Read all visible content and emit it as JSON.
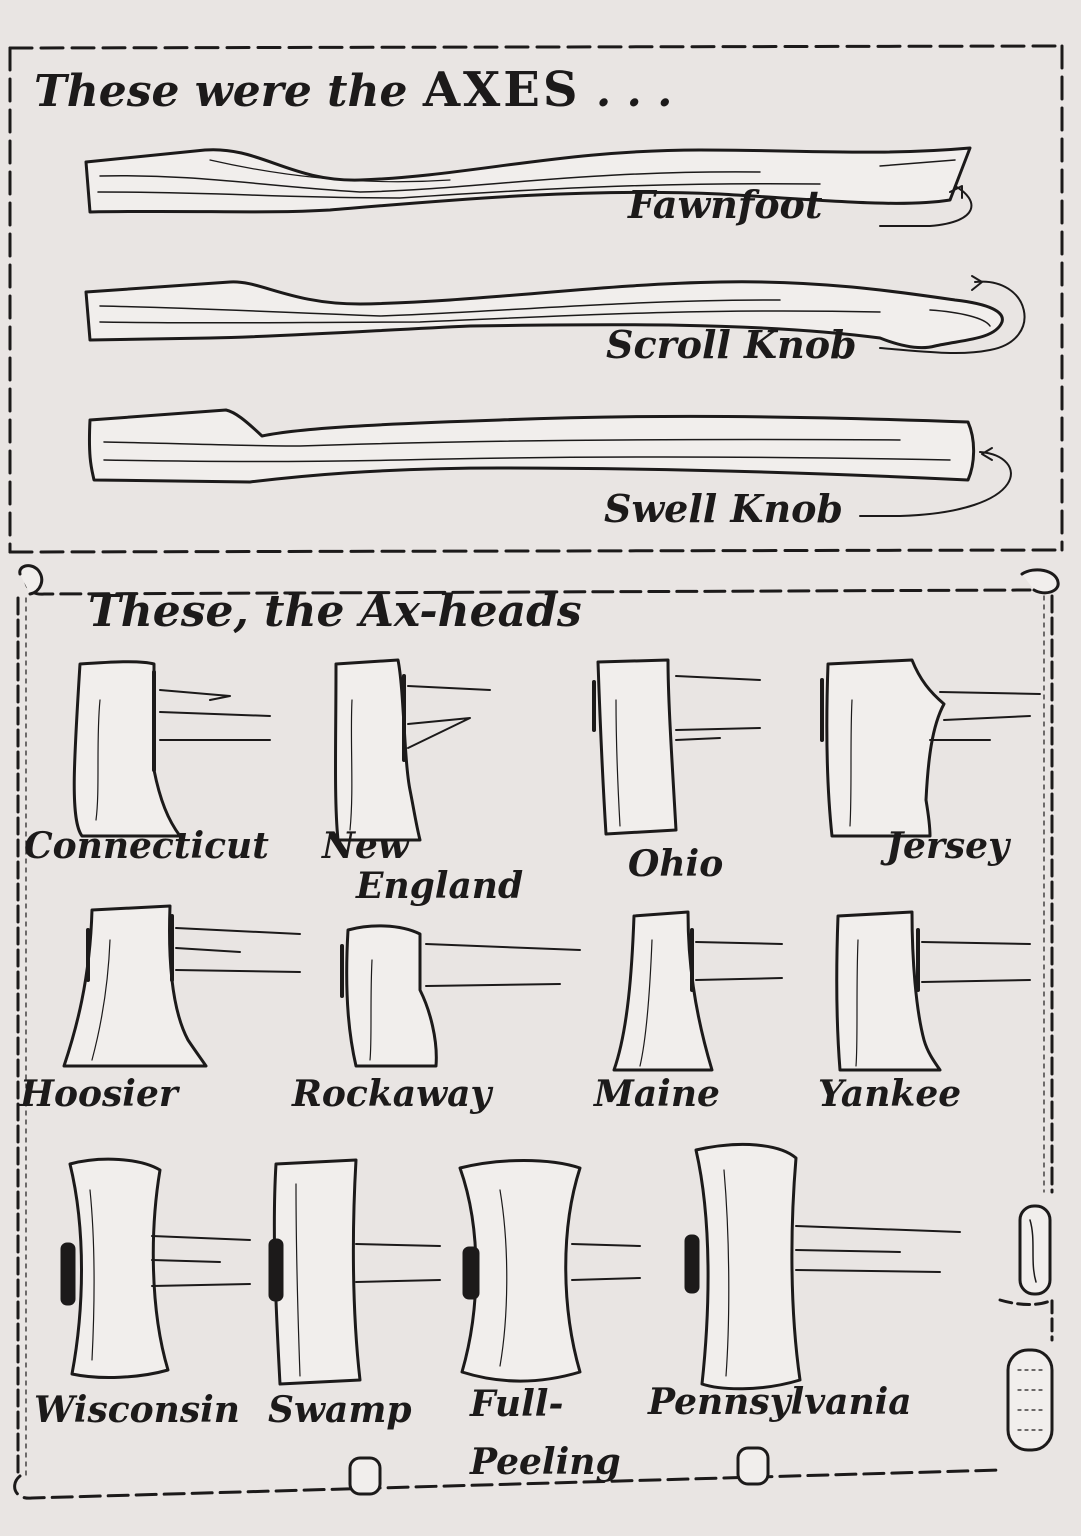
{
  "title_top": {
    "prefix": "These were the",
    "emphasis": "AXES",
    "suffix": ". . ."
  },
  "title_bottom": "These, the Ax-heads",
  "handles": [
    {
      "label": "Fawnfoot"
    },
    {
      "label": "Scroll Knob"
    },
    {
      "label": "Swell Knob"
    }
  ],
  "heads_row1": [
    {
      "label": "Connecticut"
    },
    {
      "label_line1": "New",
      "label_line2": "England"
    },
    {
      "label": "Ohio"
    },
    {
      "label": "Jersey"
    }
  ],
  "heads_row2": [
    {
      "label": "Hoosier"
    },
    {
      "label": "Rockaway"
    },
    {
      "label": "Maine"
    },
    {
      "label": "Yankee"
    }
  ],
  "heads_row3": [
    {
      "label": "Wisconsin"
    },
    {
      "label": "Swamp"
    },
    {
      "label_line1": "Full-",
      "label_line2": "Peeling"
    },
    {
      "label": "Pennsylvania"
    }
  ],
  "colors": {
    "paper": "#e9e5e3",
    "ink": "#1c1a1a"
  }
}
